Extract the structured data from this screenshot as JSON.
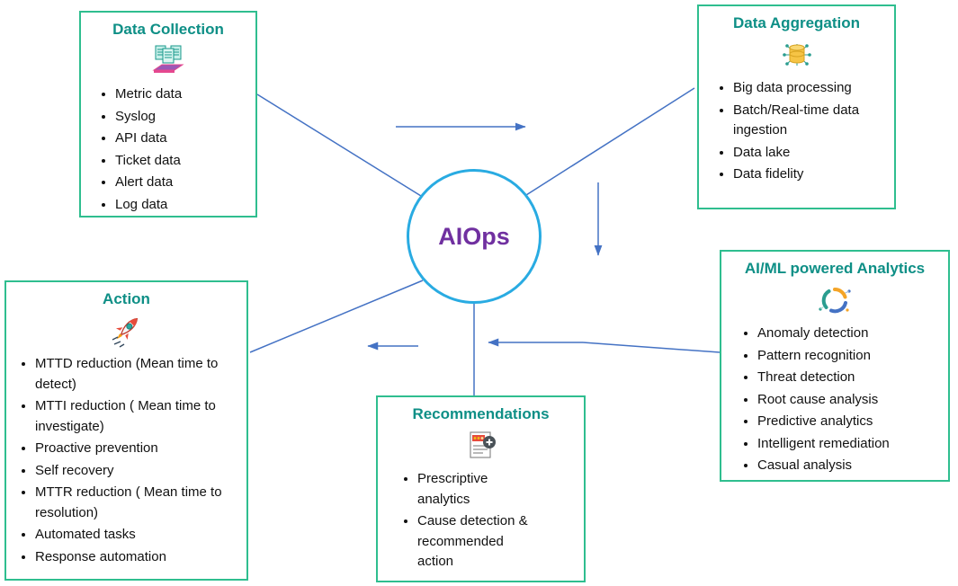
{
  "center": {
    "label": "AIOps"
  },
  "boxes": {
    "data_collection": {
      "title": "Data Collection",
      "icon": "documents-stack-icon",
      "items": [
        "Metric data",
        "Syslog",
        "API data",
        "Ticket data",
        "Alert data",
        "Log data"
      ]
    },
    "data_aggregation": {
      "title": "Data Aggregation",
      "icon": "database-sync-icon",
      "items": [
        "Big data processing",
        "Batch/Real-time data ingestion",
        "Data lake",
        "Data fidelity"
      ]
    },
    "ai_ml_analytics": {
      "title": "AI/ML powered Analytics",
      "icon": "donut-chart-icon",
      "items": [
        "Anomaly detection",
        "Pattern recognition",
        "Threat detection",
        "Root cause analysis",
        "Predictive analytics",
        "Intelligent remediation",
        "Casual analysis"
      ]
    },
    "recommendations": {
      "title": "Recommendations",
      "icon": "prescription-card-icon",
      "items": [
        "Prescriptive analytics",
        "Cause detection & recommended action"
      ]
    },
    "action": {
      "title": "Action",
      "icon": "rocket-icon",
      "items": [
        "MTTD reduction (Mean time to detect)",
        "MTTI reduction ( Mean time to investigate)",
        "Proactive prevention",
        "Self recovery",
        "MTTR reduction ( Mean time to resolution)",
        "Automated tasks",
        "Response automation"
      ]
    }
  },
  "colors": {
    "box_border": "#2fbe8f",
    "title_teal": "#0e8f86",
    "circle_blue": "#29abe2",
    "aiops_purple": "#7030a0",
    "connector_blue": "#4472c4"
  }
}
